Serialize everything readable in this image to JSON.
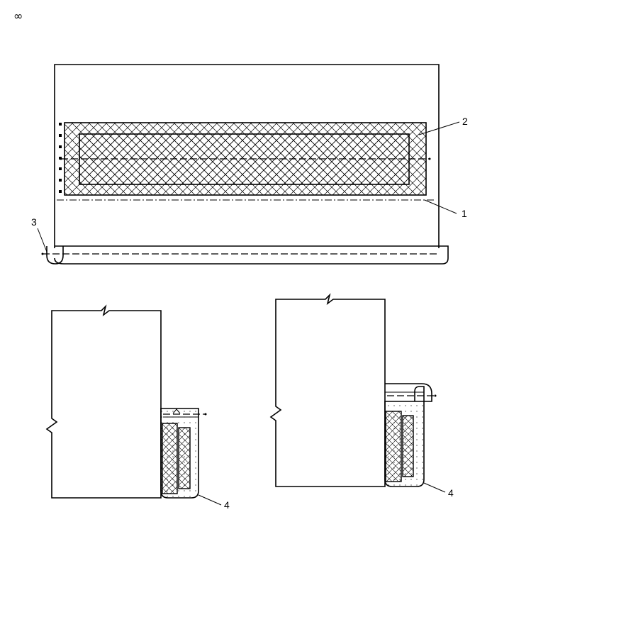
{
  "corner_mark": "∞",
  "figure_top": {
    "callouts": [
      {
        "id": "1",
        "text": "1"
      },
      {
        "id": "2",
        "text": "2"
      },
      {
        "id": "3",
        "text": "3"
      }
    ]
  },
  "figure_left": {
    "callouts": [
      {
        "id": "4",
        "text": "4"
      }
    ]
  },
  "figure_right": {
    "callouts": [
      {
        "id": "4",
        "text": "4"
      }
    ]
  }
}
